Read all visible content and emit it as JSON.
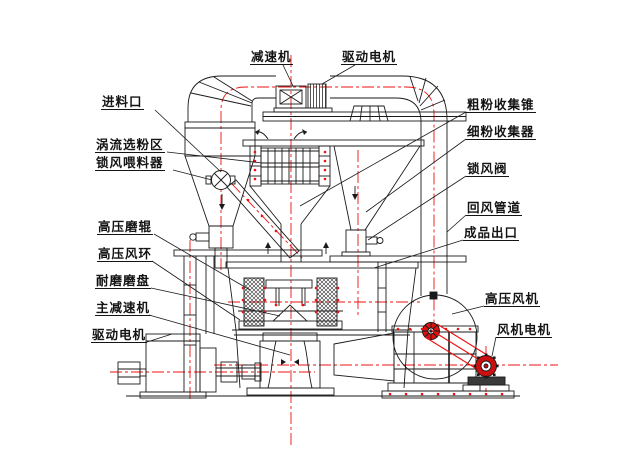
{
  "diagram_type": "grinding-mill-structure-schematic",
  "colors": {
    "line": "#1a1a1a",
    "centerline_red": "#ee1010",
    "fan_accent_red": "#cc1010",
    "background": "#ffffff"
  },
  "labels": {
    "reducer": "减速机",
    "drive_motor_top": "驱动电机",
    "feed_inlet": "进料口",
    "vortex_classifier_zone": "涡流选粉区",
    "airlock_feeder": "锁风喂料器",
    "high_pressure_roller": "高压磨辊",
    "high_pressure_air_ring": "高压风环",
    "wear_resistant_disc": "耐磨磨盘",
    "main_reducer": "主减速机",
    "drive_motor_left": "驱动电机",
    "coarse_powder_cone": "粗粉收集锥",
    "fine_powder_collector": "细粉收集器",
    "airlock_valve": "锁风阀",
    "return_air_duct": "回风管道",
    "product_outlet": "成品出口",
    "high_pressure_fan": "高压风机",
    "fan_motor": "风机电机"
  }
}
